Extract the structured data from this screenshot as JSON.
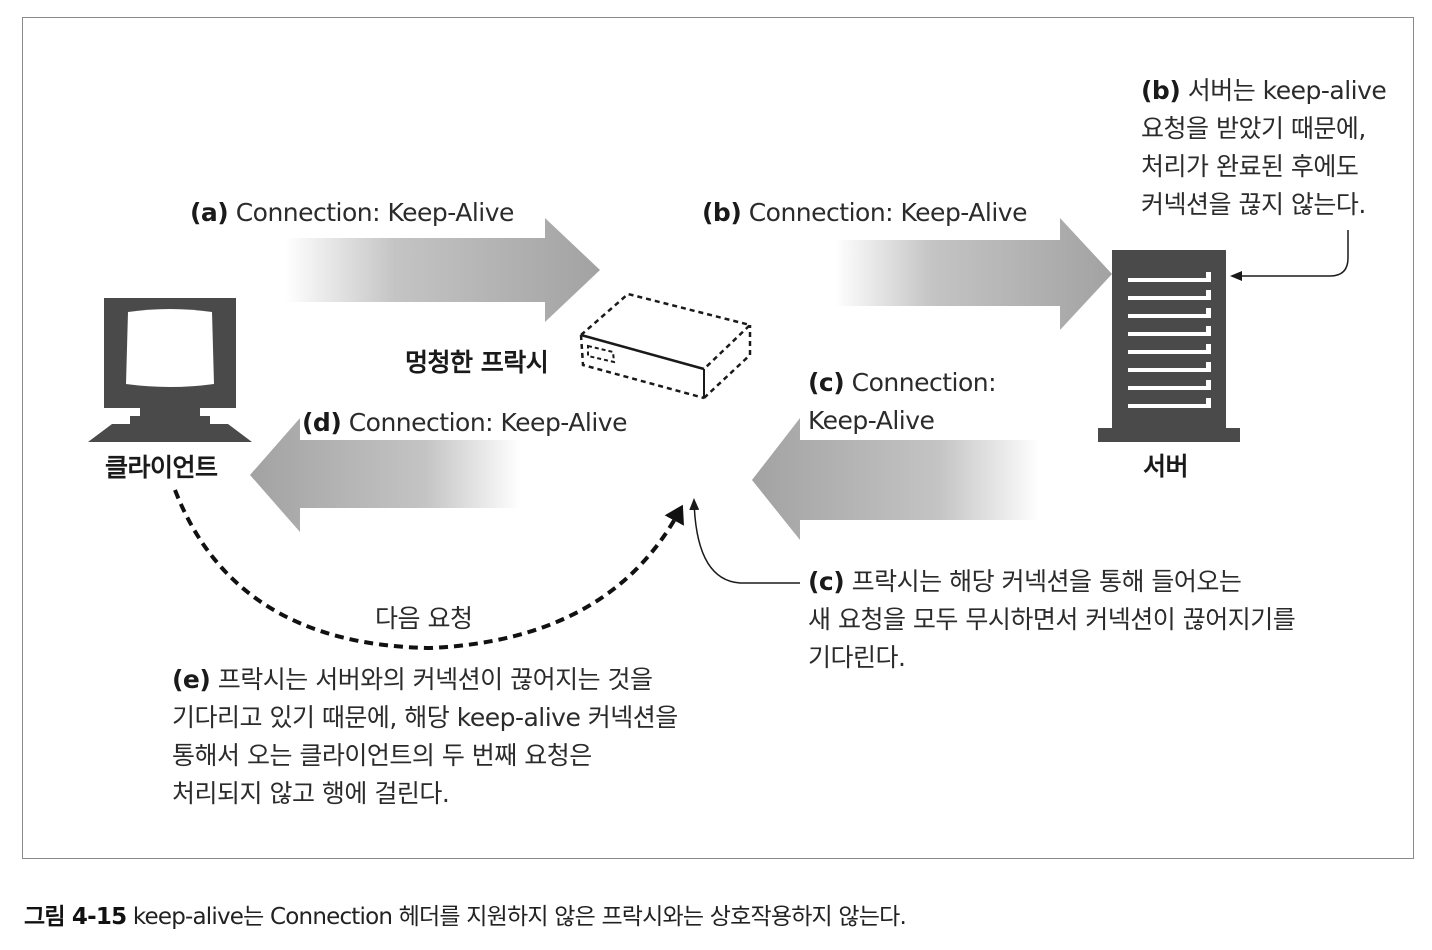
{
  "nodes": {
    "client": "클라이언트",
    "proxy": "멍청한 프락시",
    "server": "서버"
  },
  "arrows": {
    "a": {
      "tag": "(a)",
      "text": "Connection: Keep-Alive"
    },
    "b": {
      "tag": "(b)",
      "text": "Connection: Keep-Alive"
    },
    "c": {
      "tag": "(c)",
      "line1": "Connection:",
      "line2": "Keep-Alive"
    },
    "d": {
      "tag": "(d)",
      "text": "Connection: Keep-Alive"
    }
  },
  "next_request": "다음 요청",
  "notes": {
    "b": {
      "tag": "(b)",
      "lines": [
        "서버는 keep-alive",
        "요청을 받았기 때문에,",
        "처리가 완료된 후에도",
        "커넥션을 끊지 않는다."
      ]
    },
    "c": {
      "tag": "(c)",
      "lines": [
        "프락시는 해당 커넥션을 통해 들어오는",
        "새 요청을 모두 무시하면서 커넥션이 끊어지기를",
        "기다린다."
      ]
    },
    "e": {
      "tag": "(e)",
      "lines": [
        "프락시는 서버와의 커넥션이 끊어지는 것을",
        "기다리고 있기 때문에, 해당 keep-alive 커넥션을",
        "통해서 오는 클라이언트의 두 번째 요청은",
        "처리되지 않고 행에 걸린다."
      ]
    }
  },
  "caption": {
    "label": "그림 4-15",
    "text": "keep-alive는 Connection 헤더를 지원하지 않은 프락시와는 상호작용하지 않는다."
  },
  "colors": {
    "arrow_fill": "#a8a8a8",
    "device": "#4a4a4a",
    "border": "#8a8a8a"
  }
}
